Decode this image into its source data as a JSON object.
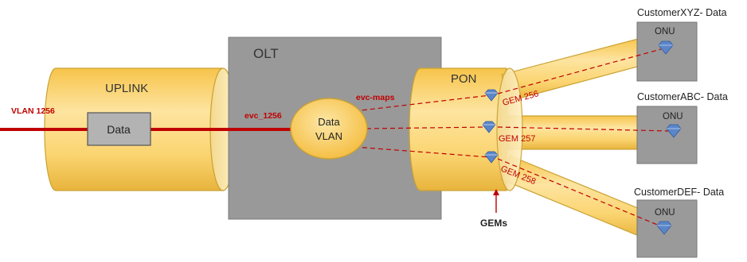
{
  "uplink": {
    "label": "UPLINK",
    "vlan_label": "VLAN 1256",
    "data_box_label": "Data"
  },
  "olt": {
    "label": "OLT",
    "evc_label": "evc_1256",
    "evc_maps_label": "evc-maps",
    "data_vlan_line1": "Data",
    "data_vlan_line2": "VLAN"
  },
  "pon": {
    "label": "PON",
    "gems_label": "GEMs"
  },
  "gems": [
    {
      "label": "GEM 256"
    },
    {
      "label": "GEM 257"
    },
    {
      "label": "GEM 258"
    }
  ],
  "customers": [
    {
      "label": "CustomerXYZ- Data",
      "onu_label": "ONU"
    },
    {
      "label": "CustomerABC- Data",
      "onu_label": "ONU"
    },
    {
      "label": "CustomerDEF- Data",
      "onu_label": "ONU"
    }
  ],
  "colors": {
    "pipe_fill": "#fdd26a",
    "pipe_stroke": "#c9a233",
    "olt_box": "#999999",
    "data_box": "#b3b3b3",
    "onu_box": "#9a9a9a",
    "traffic_red": "#c00000",
    "gem_diamond": "#5b86c9"
  }
}
